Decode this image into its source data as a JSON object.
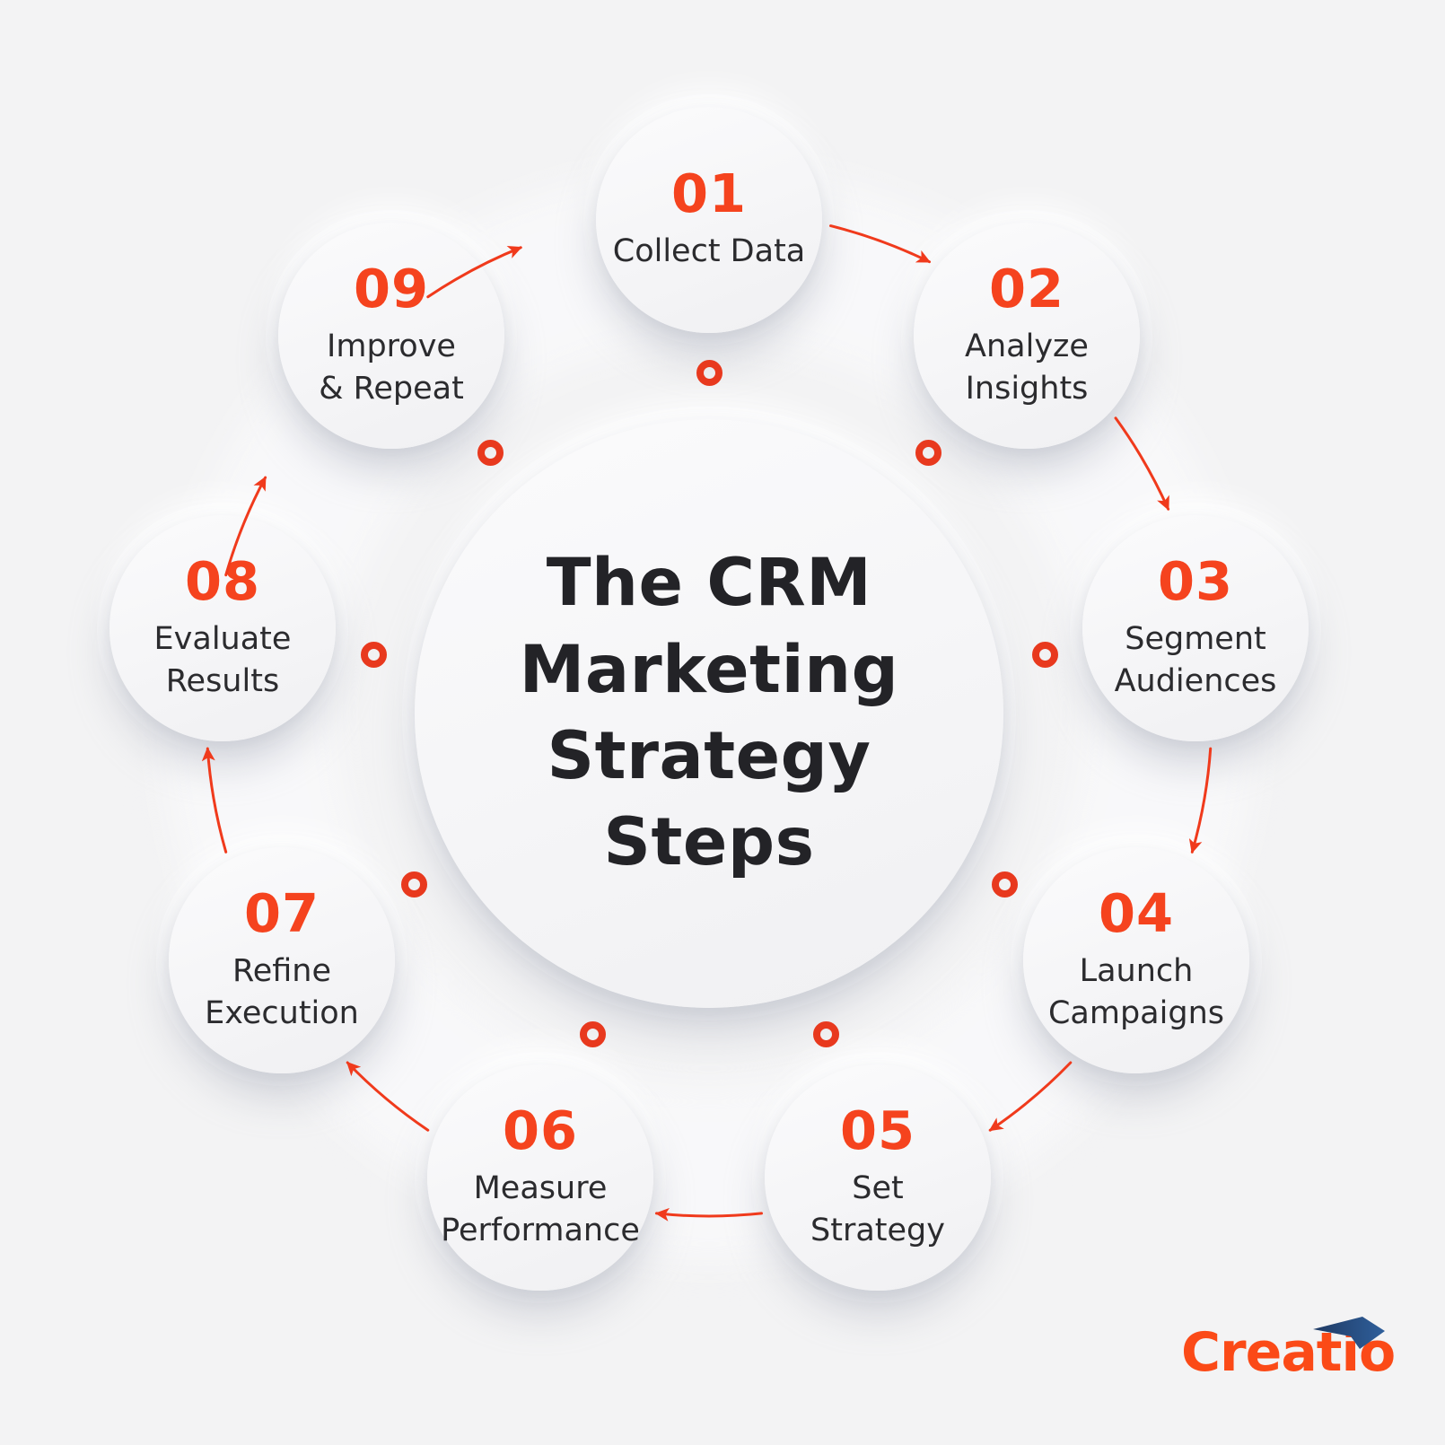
{
  "title": {
    "text": "The CRM Marketing Strategy Steps",
    "lines": [
      "The CRM",
      "Marketing",
      "Strategy",
      "Steps"
    ]
  },
  "steps": [
    {
      "number": "01",
      "label": "Collect Data",
      "label_lines": [
        "Collect Data"
      ]
    },
    {
      "number": "02",
      "label": "Analyze Insights",
      "label_lines": [
        "Analyze",
        "Insights"
      ]
    },
    {
      "number": "03",
      "label": "Segment Audiences",
      "label_lines": [
        "Segment",
        "Audiences"
      ]
    },
    {
      "number": "04",
      "label": "Launch Campaigns",
      "label_lines": [
        "Launch",
        "Campaigns"
      ]
    },
    {
      "number": "05",
      "label": "Set Strategy",
      "label_lines": [
        "Set",
        "Strategy"
      ]
    },
    {
      "number": "06",
      "label": "Measure Performance",
      "label_lines": [
        "Measure",
        "Performance"
      ]
    },
    {
      "number": "07",
      "label": "Refine Execution",
      "label_lines": [
        "Refine",
        "Execution"
      ]
    },
    {
      "number": "08",
      "label": "Evaluate Results",
      "label_lines": [
        "Evaluate",
        "Results"
      ]
    },
    {
      "number": "09",
      "label": "Improve & Repeat",
      "label_lines": [
        "Improve",
        "& Repeat"
      ]
    }
  ],
  "flow": {
    "direction": "clockwise",
    "arrow_count": 9,
    "ring_dot_count": 9
  },
  "logo": {
    "text": "Creatio"
  },
  "colors": {
    "background": "#F3F3F4",
    "accent_number": "#F5431E",
    "arrow": "#F03A1C",
    "ring_dot": "#E8391E",
    "label_text": "#2B2B2E",
    "title_text": "#232327",
    "circle_fill": "#F7F7F8",
    "logo_orange": "#FB4A17",
    "logo_mark_blue": "#2B5590"
  }
}
